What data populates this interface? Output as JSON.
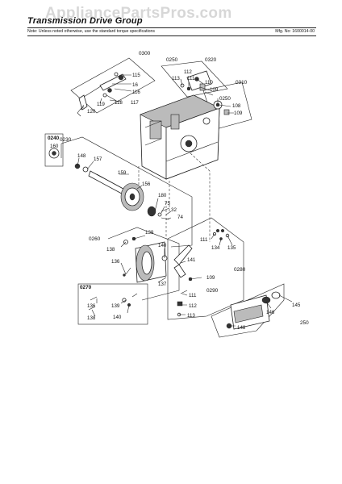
{
  "header": {
    "title": "Transmission Drive Group",
    "watermark": "AppliancePartsPros.com",
    "note": "Note: Unless noted otherwise, use the standard torque specifications",
    "mfg_no": "Mfg. No: 1600014-00"
  },
  "groups": {
    "g0300": "0300",
    "g0250": "0250",
    "g0320": "0320",
    "g0310": "0310",
    "g0240": "0240",
    "g0230": "0230",
    "g0260": "0260",
    "g0270": "0270",
    "g0280": "0280",
    "g0290": "0290",
    "g250": "250"
  },
  "callouts": {
    "c115": "115",
    "c16": "16",
    "c116": "116",
    "c118": "118",
    "c117": "117",
    "c119": "119",
    "c120": "120",
    "c112a": "112",
    "c113a": "113",
    "c111a": "111",
    "c110": "110",
    "c109a": "109",
    "c0250b": "0250",
    "c108": "108",
    "c109b": "109",
    "c160": "160",
    "c148a": "148",
    "c157": "157",
    "c159": "159",
    "c156": "156",
    "c180": "180",
    "c75": "75",
    "c32": "32",
    "c74": "74",
    "c139a": "139",
    "c138a": "138",
    "c136a": "136",
    "c140a": "140",
    "c141": "141",
    "c137": "137",
    "c111b": "111",
    "c134": "134",
    "c135": "135",
    "c109c": "109",
    "c111c": "111",
    "c112b": "112",
    "c113b": "113",
    "c136b": "136",
    "c139b": "139",
    "c138b": "138",
    "c140b": "140",
    "c145": "145",
    "c146": "146",
    "c148b": "148"
  }
}
